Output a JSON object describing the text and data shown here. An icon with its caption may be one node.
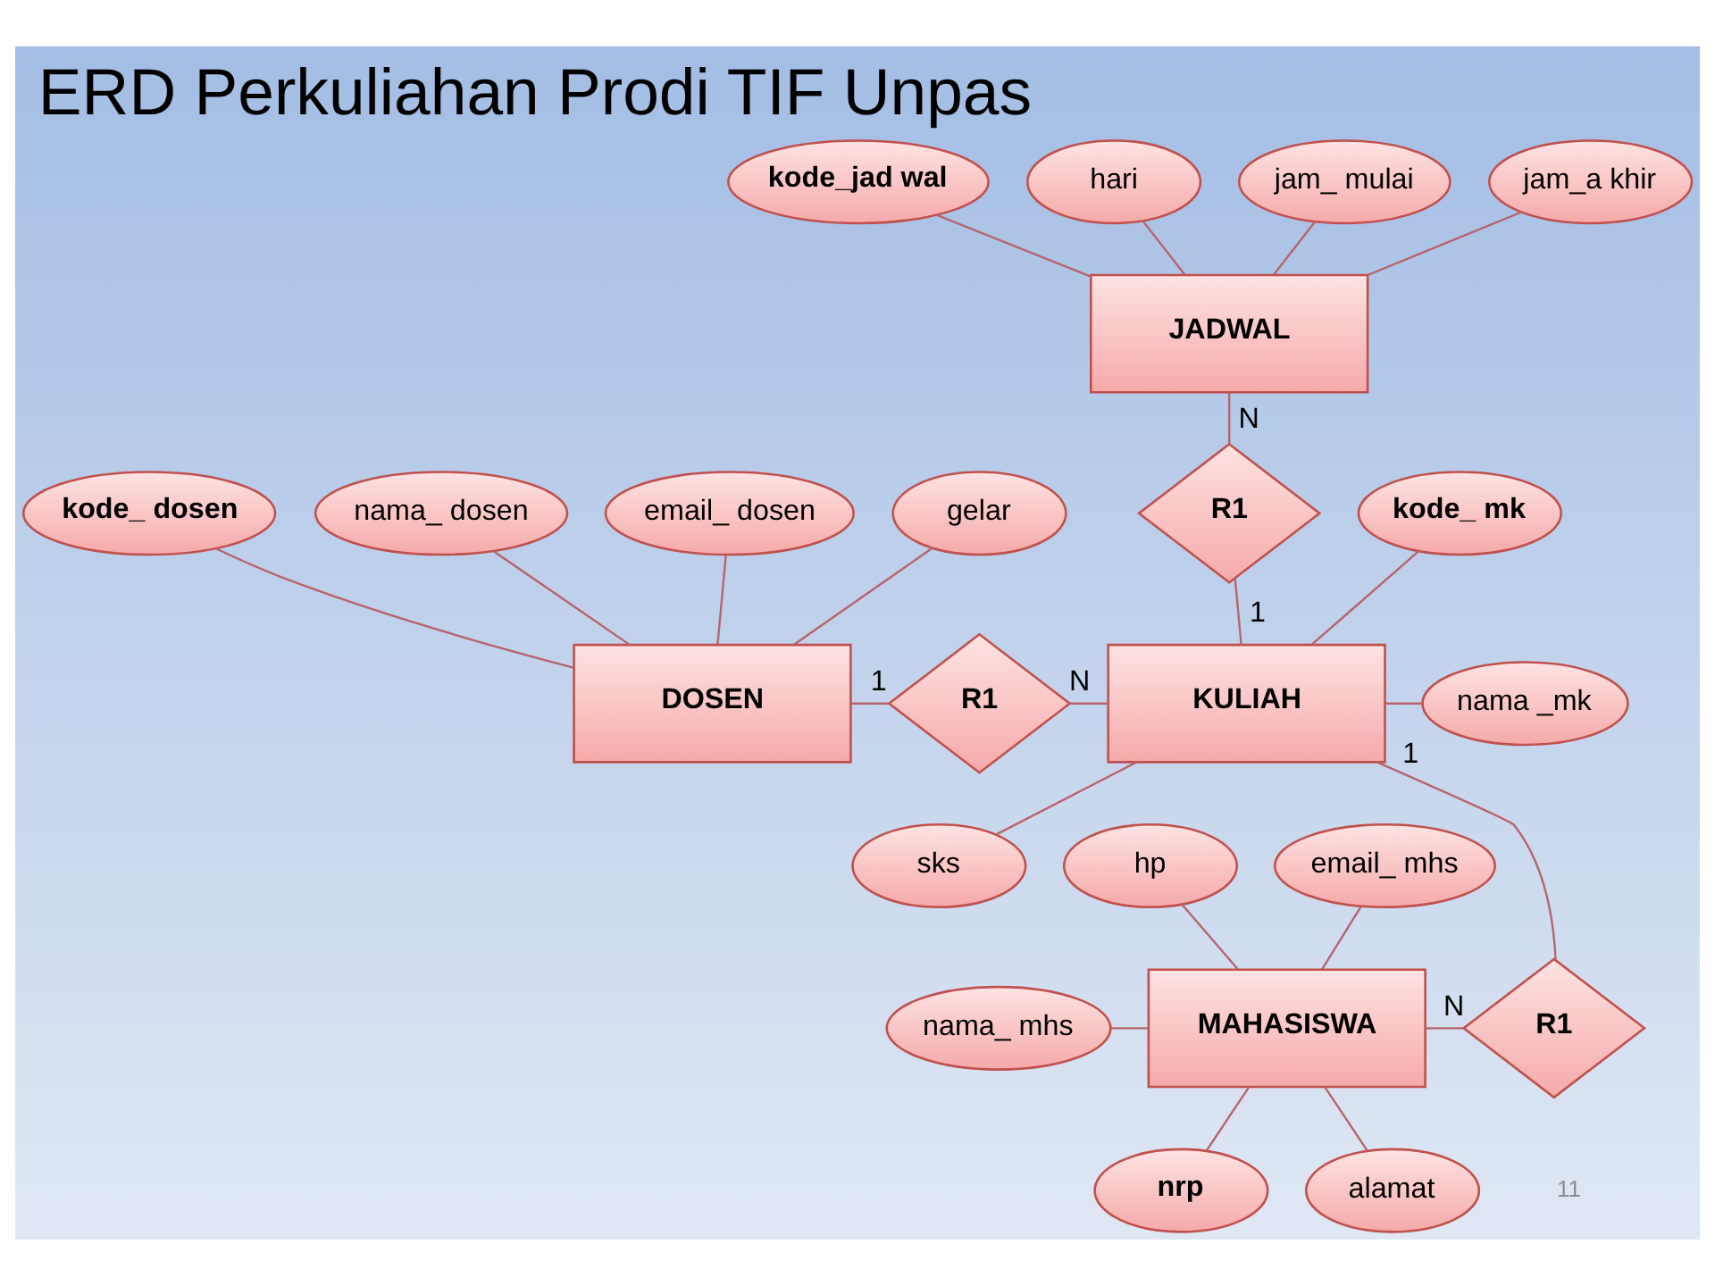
{
  "diagram": {
    "title": "ERD Perkuliahan Prodi TIF Unpas",
    "nodes": [
      {
        "text": [
          "hari"
        ]
      },
      {
        "text": [
          "jam_ mulai"
        ]
      },
      {
        "text": [
          "kode_jad wal"
        ]
      },
      {
        "text": [
          "jam_a khir"
        ]
      },
      {
        "text": [
          "JADWAL"
        ]
      },
      {
        "text": [
          "email_ dosen"
        ]
      },
      {
        "text": [
          "nama_ dosen"
        ]
      },
      {
        "text": [
          "kode_ dosen"
        ]
      },
      {
        "text": [
          "R1"
        ]
      },
      {
        "text": [
          "gelar"
        ]
      },
      {
        "text": [
          "kode_ mk"
        ]
      },
      {
        "text": [
          "DOSEN"
        ]
      },
      {
        "text": [
          "R1"
        ]
      },
      {
        "text": [
          "KULIAH"
        ]
      },
      {
        "text": [
          "nama _mk"
        ]
      },
      {
        "text": [
          "hp"
        ]
      },
      {
        "text": [
          "email_ mhs"
        ]
      },
      {
        "text": [
          "sks"
        ]
      },
      {
        "text": [
          "nama_ mhs"
        ]
      },
      {
        "text": [
          "MAHASISWA"
        ]
      },
      {
        "text": [
          "R1"
        ]
      },
      {
        "text": [
          "nrp"
        ]
      },
      {
        "text": [
          "alamat"
        ]
      }
    ],
    "edges": [
      {
        "from": 2,
        "to": 4,
        "arrow": "none"
      },
      {
        "from": 0,
        "to": 4,
        "arrow": "none"
      },
      {
        "from": 1,
        "to": 4,
        "arrow": "none"
      },
      {
        "from": 3,
        "to": 4,
        "arrow": "none"
      },
      {
        "from": 4,
        "to": 8,
        "arrow": "none",
        "label": "N"
      },
      {
        "from": 8,
        "to": 13,
        "arrow": "none",
        "label": "1"
      },
      {
        "from": 7,
        "to": 11,
        "arrow": "none"
      },
      {
        "from": 6,
        "to": 11,
        "arrow": "none"
      },
      {
        "from": 5,
        "to": 11,
        "arrow": "none"
      },
      {
        "from": 9,
        "to": 11,
        "arrow": "none"
      },
      {
        "from": 11,
        "to": 12,
        "arrow": "none",
        "label": "1"
      },
      {
        "from": 12,
        "to": 13,
        "arrow": "none",
        "label": "N"
      },
      {
        "from": 10,
        "to": 13,
        "arrow": "none"
      },
      {
        "from": 13,
        "to": 14,
        "arrow": "none"
      },
      {
        "from": 13,
        "to": 17,
        "arrow": "none"
      },
      {
        "from": 13,
        "to": 20,
        "arrow": "none",
        "label": "1"
      },
      {
        "from": 19,
        "to": 20,
        "arrow": "none",
        "label": "N"
      },
      {
        "from": 15,
        "to": 19,
        "arrow": "none"
      },
      {
        "from": 16,
        "to": 19,
        "arrow": "none"
      },
      {
        "from": 18,
        "to": 19,
        "arrow": "none"
      },
      {
        "from": 19,
        "to": 21,
        "arrow": "none"
      },
      {
        "from": 19,
        "to": 22,
        "arrow": "none"
      }
    ],
    "labels": [
      "11"
    ]
  }
}
